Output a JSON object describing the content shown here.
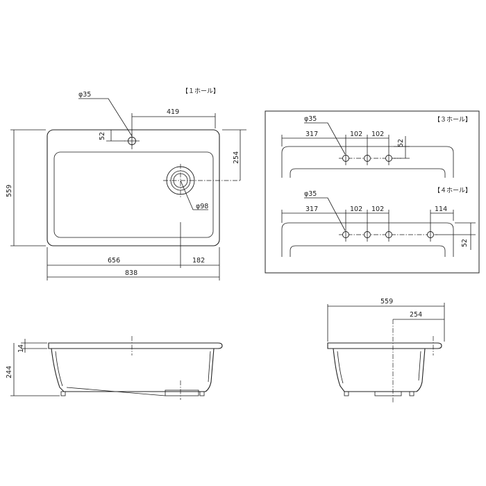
{
  "top_view": {
    "hole_dia": "φ35",
    "faucet_offset": "419",
    "hole_from_edge": "52",
    "drain_offset": "254",
    "drain_dia": "φ98",
    "depth": "559",
    "width_total": "838",
    "width_left": "656",
    "width_right": "182"
  },
  "holes_panel": {
    "three_hole": {
      "title": "【３ホール】",
      "hole_dia": "φ35",
      "dim_a": "317",
      "dim_b": "102",
      "dim_c": "102",
      "dim_edge": "52"
    },
    "four_hole": {
      "title": "【４ホール】",
      "hole_dia": "φ35",
      "dim_a": "317",
      "dim_b": "102",
      "dim_c": "102",
      "dim_d": "114",
      "dim_edge": "52"
    }
  },
  "front_view": {
    "rim": "14",
    "height": "244"
  },
  "side_view": {
    "depth": "559",
    "drain_offset": "254"
  },
  "one_hole_title": "【１ホール】"
}
